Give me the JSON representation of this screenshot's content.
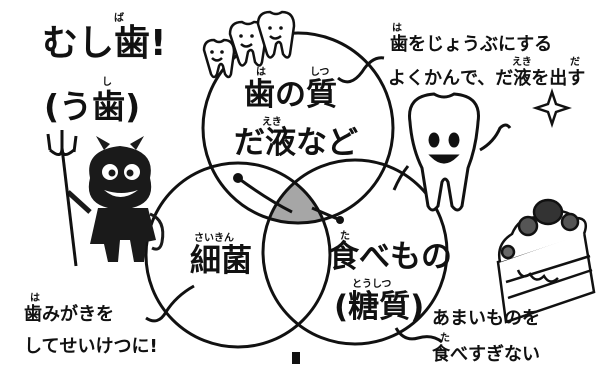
{
  "title": {
    "line1": "むし歯!",
    "line1_ruby": "ば",
    "line2": "(う歯)",
    "line2_ruby": "し"
  },
  "circles": {
    "top": {
      "line1": "歯の質",
      "ruby_ha": "は",
      "ruby_shitsu": "しつ",
      "line2": "だ液など",
      "ruby_eki": "えき"
    },
    "left": {
      "label": "細菌",
      "ruby": "さいきん"
    },
    "right": {
      "line1": "食べもの",
      "ruby_ta": "た",
      "line2": "(糖質)",
      "ruby_toushitsu": "とうしつ"
    }
  },
  "notes": {
    "top_right": {
      "line1": "歯をじょうぶにする",
      "line2": "よくかんで、だ液を出す",
      "ruby_ha": "は",
      "ruby_eki": "えき",
      "ruby_da": "だ"
    },
    "bottom_left": {
      "line1": "歯みがきを",
      "line2": "してせいけつに!",
      "ruby_ha": "は"
    },
    "bottom_right": {
      "line1": "あまいものを",
      "line2": "食べすぎない",
      "ruby_ta": "た"
    }
  },
  "colors": {
    "ink": "#111111",
    "overlap": "#a6a6a6",
    "devil": "#1a1a1a"
  }
}
